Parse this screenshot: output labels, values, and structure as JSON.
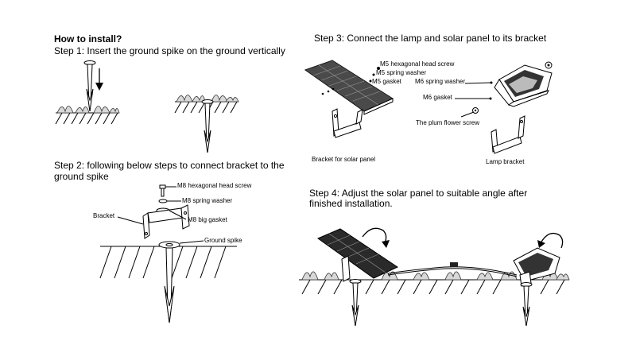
{
  "title": "How to install?",
  "step1": {
    "text": "Step 1: Insert the ground spike on the ground vertically"
  },
  "step2": {
    "text_line1": "Step 2: following below steps to connect bracket to the",
    "text_line2": "ground spike",
    "labels": {
      "screw": "M8 hexagonal head screw",
      "washer": "M8 spring washer",
      "bracket": "Bracket",
      "gasket": "M8 big gasket",
      "spike": "Ground spike"
    }
  },
  "step3": {
    "text": "Step 3: Connect the lamp and solar panel to its bracket",
    "labels": {
      "m5_screw": "M5 hexagonal head screw",
      "m5_washer": "M5 spring washer",
      "m5_gasket": "M5 gasket",
      "m6_washer": "M6 spring washer",
      "m6_gasket": "M6 gasket",
      "plum_screw": "The plum flower screw",
      "panel_bracket": "Bracket for solar panel",
      "lamp_bracket": "Lamp bracket"
    }
  },
  "step4": {
    "text_line1": "Step 4: Adjust the solar panel to suitable angle after",
    "text_line2": "finished installation."
  }
}
